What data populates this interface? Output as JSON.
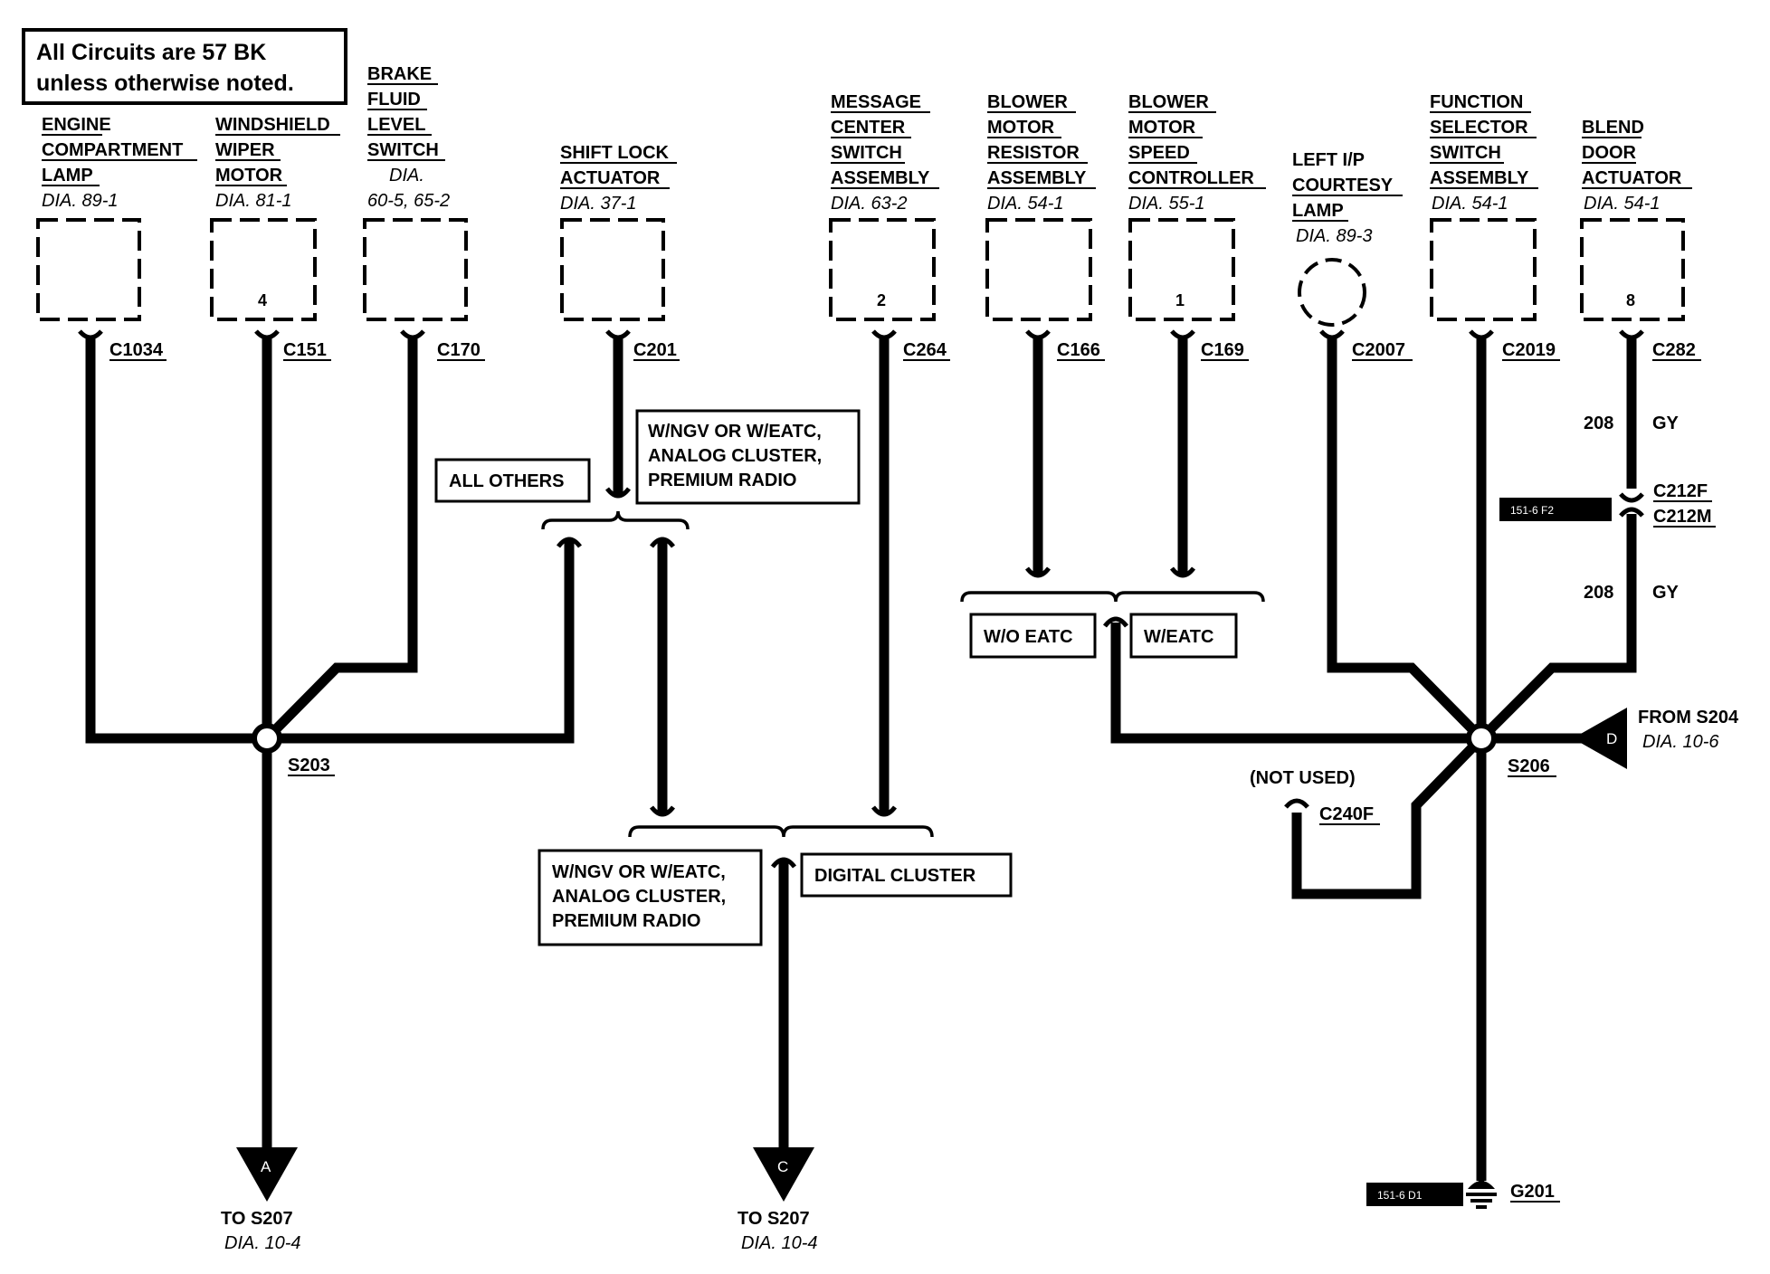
{
  "note": {
    "line1": "All Circuits are 57 BK",
    "line2": "unless otherwise noted."
  },
  "components": {
    "engine_lamp": {
      "lines": [
        "ENGINE",
        "COMPARTMENT",
        "LAMP"
      ],
      "dia": "DIA. 89-1",
      "connector": "C1034",
      "pin": ""
    },
    "wiper_motor": {
      "lines": [
        "WINDSHIELD",
        "WIPER",
        "MOTOR"
      ],
      "dia": "DIA. 81-1",
      "connector": "C151",
      "pin": "4"
    },
    "brake_switch": {
      "lines": [
        "BRAKE",
        "FLUID",
        "LEVEL",
        "SWITCH"
      ],
      "dia1": "DIA.",
      "dia2": "60-5, 65-2",
      "connector": "C170",
      "pin": ""
    },
    "shift_lock": {
      "lines": [
        "SHIFT LOCK",
        "ACTUATOR"
      ],
      "dia": "DIA. 37-1",
      "connector": "C201",
      "pin": ""
    },
    "message_center": {
      "lines": [
        "MESSAGE",
        "CENTER",
        "SWITCH",
        "ASSEMBLY"
      ],
      "dia": "DIA. 63-2",
      "connector": "C264",
      "pin": "2"
    },
    "blower_resistor": {
      "lines": [
        "BLOWER",
        "MOTOR",
        "RESISTOR",
        "ASSEMBLY"
      ],
      "dia": "DIA. 54-1",
      "connector": "C166",
      "pin": ""
    },
    "blower_controller": {
      "lines": [
        "BLOWER",
        "MOTOR",
        "SPEED",
        "CONTROLLER"
      ],
      "dia": "DIA. 55-1",
      "connector": "C169",
      "pin": "1"
    },
    "courtesy_lamp": {
      "lines": [
        "LEFT I/P",
        "COURTESY",
        "LAMP"
      ],
      "dia": "DIA. 89-3",
      "connector": "C2007",
      "pin": ""
    },
    "function_selector": {
      "lines": [
        "FUNCTION",
        "SELECTOR",
        "SWITCH",
        "ASSEMBLY"
      ],
      "dia": "DIA. 54-1",
      "connector": "C2019",
      "pin": ""
    },
    "blend_door": {
      "lines": [
        "BLEND",
        "DOOR",
        "ACTUATOR"
      ],
      "dia": "DIA. 54-1",
      "connector": "C282",
      "pin": "8"
    }
  },
  "options": {
    "all_others": "ALL OTHERS",
    "ngv_top": [
      "W/NGV OR W/EATC,",
      "ANALOG CLUSTER,",
      "PREMIUM RADIO"
    ],
    "ngv_bottom": [
      "W/NGV OR W/EATC,",
      "ANALOG CLUSTER,",
      "PREMIUM RADIO"
    ],
    "digital_cluster": "DIGITAL CLUSTER",
    "wo_eatc": "W/O EATC",
    "w_eatc": "W/EATC"
  },
  "splices": {
    "s203": "S203",
    "s206": "S206"
  },
  "inline": {
    "c212f": "C212F",
    "c212m": "C212M",
    "wire_num_top": "208",
    "wire_color_top": "GY",
    "wire_num_bottom": "208",
    "wire_color_bottom": "GY",
    "ref_c212": "151-6 F2",
    "c240f": "C240F",
    "not_used": "(NOT USED)"
  },
  "arrows": {
    "a": {
      "letter": "A",
      "to": "TO S207",
      "dia": "DIA. 10-4"
    },
    "c": {
      "letter": "C",
      "to": "TO S207",
      "dia": "DIA. 10-4"
    },
    "d": {
      "letter": "D",
      "from": "FROM S204",
      "dia": "DIA. 10-6"
    }
  },
  "ground": {
    "id": "G201",
    "ref": "151-6 D1"
  }
}
